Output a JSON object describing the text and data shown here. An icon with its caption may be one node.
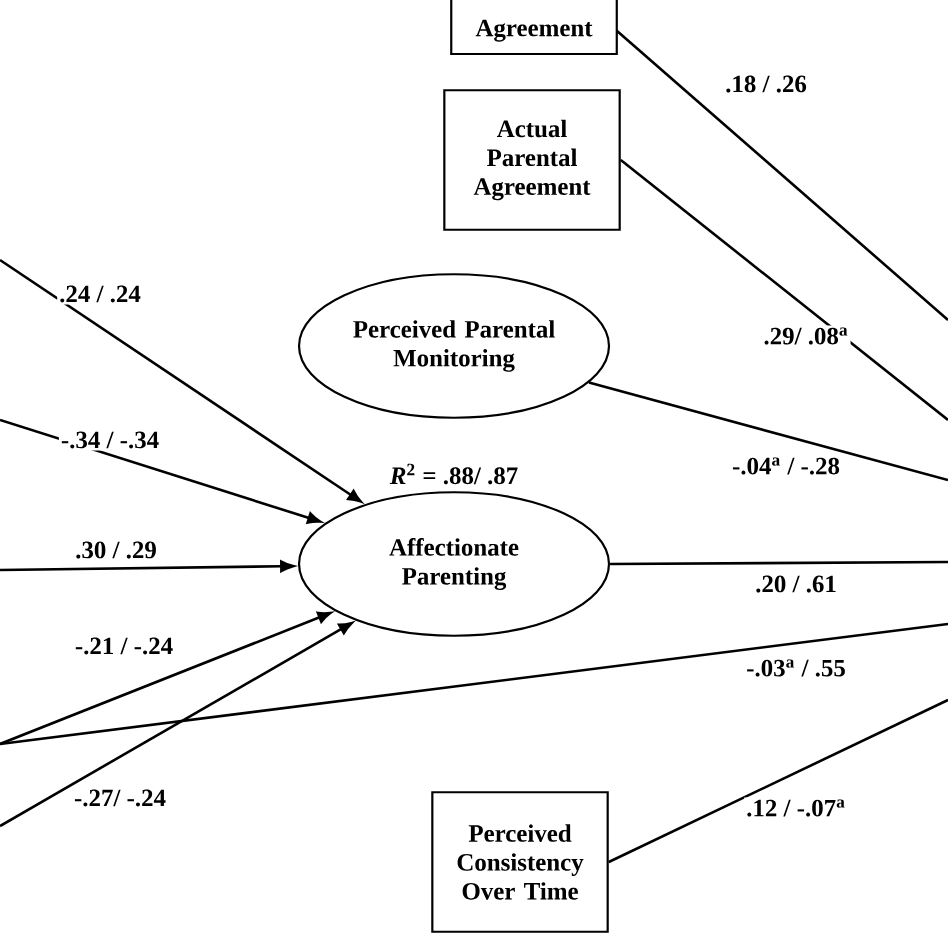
{
  "diagram": {
    "nodes": [
      {
        "text": [
          "Agreement"
        ]
      },
      {
        "text": [
          "Actual Parental Agreement"
        ]
      },
      {
        "text": [
          "Perceived Parental Monitoring"
        ]
      },
      {
        "text": [
          "Affectionate Parenting"
        ]
      },
      {
        "text": [
          "Perceived Consistency Over Time"
        ]
      }
    ],
    "edges": [
      {
        "from": null,
        "to": 3,
        "arrow": "to",
        "label": ".24 / .24"
      },
      {
        "from": null,
        "to": 3,
        "arrow": "to",
        "label": "-.34 / -.34"
      },
      {
        "from": null,
        "to": 3,
        "arrow": "to",
        "label": ".30 / .29"
      },
      {
        "from": null,
        "to": 3,
        "arrow": "to",
        "label": "-.21 / -.24"
      },
      {
        "from": null,
        "to": 3,
        "arrow": "to",
        "label": "-.27/ -.24"
      },
      {
        "from": 0,
        "to": null,
        "arrow": "none",
        "label": ".18 / .26"
      },
      {
        "from": 1,
        "to": null,
        "arrow": "none",
        "label": ".29/ .08$^{a}$"
      },
      {
        "from": 2,
        "to": null,
        "arrow": "none",
        "label": "-.04$^{a}$ / -.28"
      },
      {
        "from": 3,
        "to": null,
        "arrow": "none",
        "label": ".20 / .61"
      },
      {
        "from": 4,
        "to": null,
        "arrow": "none",
        "label": ".12 / -.07$^{a}$"
      }
    ],
    "labels": [
      "*R*$^{2}$ = .88/ .87",
      "-.03$^{a}$ / .55"
    ]
  }
}
